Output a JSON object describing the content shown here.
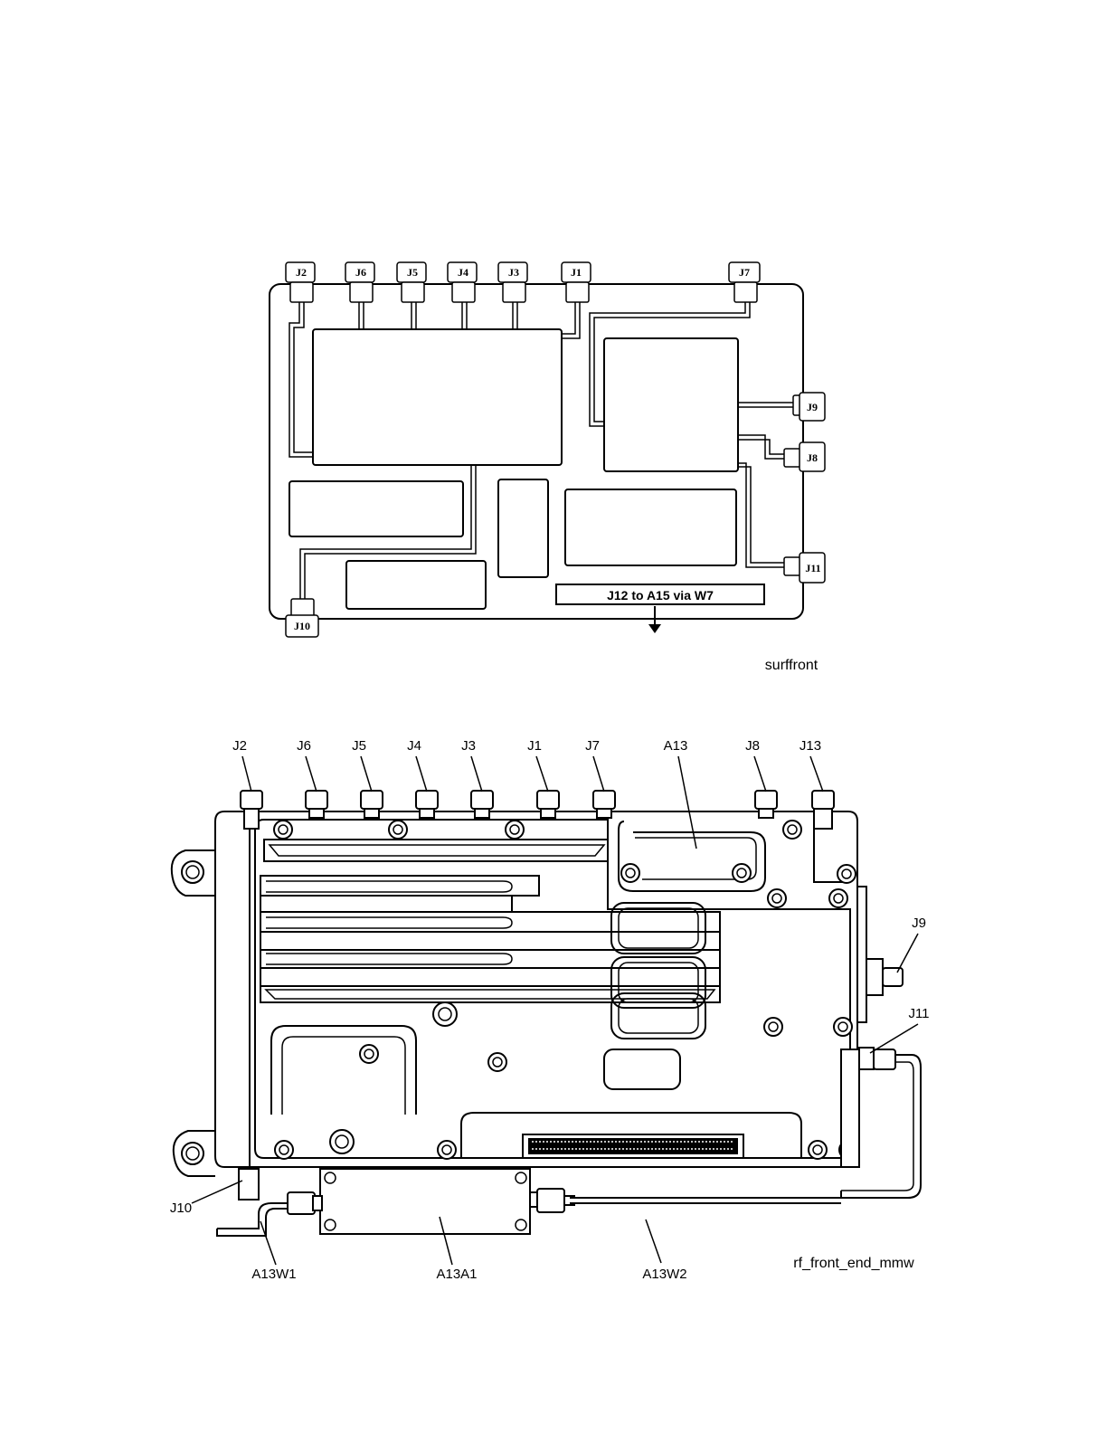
{
  "top_diagram": {
    "connectors_top": [
      "J2",
      "J6",
      "J5",
      "J4",
      "J3",
      "J1",
      "J7"
    ],
    "connectors_right": [
      "J9",
      "J8",
      "J11"
    ],
    "connector_bottom": "J10",
    "label_bar": "J12 to A15 via W7",
    "figure_name": "surffront"
  },
  "bottom_diagram": {
    "top_labels": [
      "J2",
      "J6",
      "J5",
      "J4",
      "J3",
      "J1",
      "J7",
      "A13",
      "J8",
      "J13"
    ],
    "side_labels": {
      "j9": "J9",
      "j11": "J11",
      "j10": "J10"
    },
    "bottom_labels": [
      "A13W1",
      "A13A1",
      "A13W2"
    ],
    "figure_name": "rf_front_end_mmw"
  }
}
